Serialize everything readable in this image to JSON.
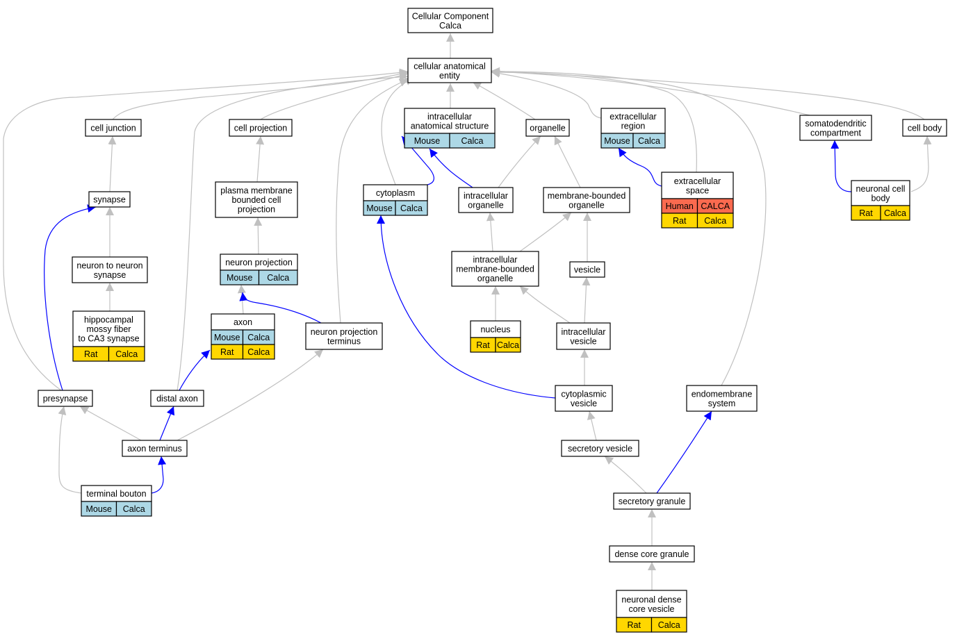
{
  "colors": {
    "mouse": "#add8e6",
    "rat": "#ffd700",
    "human": "#fa6a4f",
    "is_a_edge": "#c0c0c0",
    "part_of_edge": "#0000ff"
  },
  "nodes": {
    "root": {
      "lines": [
        "Cellular Component",
        "Calca"
      ]
    },
    "cae": {
      "lines": [
        "cellular anatomical",
        "entity"
      ]
    },
    "cj": {
      "lines": [
        "cell junction"
      ]
    },
    "cp": {
      "lines": [
        "cell projection"
      ]
    },
    "ias": {
      "lines": [
        "intracellular",
        "anatomical structure"
      ],
      "cells": [
        {
          "species": "Mouse",
          "gene": "Calca"
        }
      ]
    },
    "org": {
      "lines": [
        "organelle"
      ]
    },
    "er": {
      "lines": [
        "extracellular",
        "region"
      ],
      "cells": [
        {
          "species": "Mouse",
          "gene": "Calca"
        }
      ]
    },
    "sdc": {
      "lines": [
        "somatodendritic",
        "compartment"
      ]
    },
    "cb": {
      "lines": [
        "cell body"
      ]
    },
    "syn": {
      "lines": [
        "synapse"
      ]
    },
    "pmbcp": {
      "lines": [
        "plasma membrane",
        "bounded cell",
        "projection"
      ]
    },
    "cyto": {
      "lines": [
        "cytoplasm"
      ],
      "cells": [
        {
          "species": "Mouse",
          "gene": "Calca"
        }
      ]
    },
    "io": {
      "lines": [
        "intracellular",
        "organelle"
      ]
    },
    "mbo": {
      "lines": [
        "membrane-bounded",
        "organelle"
      ]
    },
    "es": {
      "lines": [
        "extracellular",
        "space"
      ],
      "cells": [
        {
          "species": "Human",
          "gene": "CALCA"
        },
        {
          "species": "Rat",
          "gene": "Calca"
        }
      ]
    },
    "ncb": {
      "lines": [
        "neuronal cell",
        "body"
      ],
      "cells": [
        {
          "species": "Rat",
          "gene": "Calca"
        }
      ]
    },
    "nns": {
      "lines": [
        "neuron to neuron",
        "synapse"
      ]
    },
    "np": {
      "lines": [
        "neuron projection"
      ],
      "cells": [
        {
          "species": "Mouse",
          "gene": "Calca"
        }
      ]
    },
    "imbo": {
      "lines": [
        "intracellular",
        "membrane-bounded",
        "organelle"
      ]
    },
    "ves": {
      "lines": [
        "vesicle"
      ]
    },
    "hmf": {
      "lines": [
        "hippocampal",
        "mossy fiber",
        "to CA3 synapse"
      ],
      "cells": [
        {
          "species": "Rat",
          "gene": "Calca"
        }
      ]
    },
    "axon": {
      "lines": [
        "axon"
      ],
      "cells": [
        {
          "species": "Mouse",
          "gene": "Calca"
        },
        {
          "species": "Rat",
          "gene": "Calca"
        }
      ]
    },
    "npt": {
      "lines": [
        "neuron projection",
        "terminus"
      ]
    },
    "nuc": {
      "lines": [
        "nucleus"
      ],
      "cells": [
        {
          "species": "Rat",
          "gene": "Calca"
        }
      ]
    },
    "iv": {
      "lines": [
        "intracellular",
        "vesicle"
      ]
    },
    "pre": {
      "lines": [
        "presynapse"
      ]
    },
    "da": {
      "lines": [
        "distal axon"
      ]
    },
    "cv": {
      "lines": [
        "cytoplasmic",
        "vesicle"
      ]
    },
    "ems": {
      "lines": [
        "endomembrane",
        "system"
      ]
    },
    "at": {
      "lines": [
        "axon terminus"
      ]
    },
    "sv": {
      "lines": [
        "secretory vesicle"
      ]
    },
    "tb": {
      "lines": [
        "terminal bouton"
      ],
      "cells": [
        {
          "species": "Mouse",
          "gene": "Calca"
        }
      ]
    },
    "sg": {
      "lines": [
        "secretory granule"
      ]
    },
    "dcg": {
      "lines": [
        "dense core granule"
      ]
    },
    "ndcv": {
      "lines": [
        "neuronal dense",
        "core vesicle"
      ],
      "cells": [
        {
          "species": "Rat",
          "gene": "Calca"
        }
      ]
    }
  }
}
